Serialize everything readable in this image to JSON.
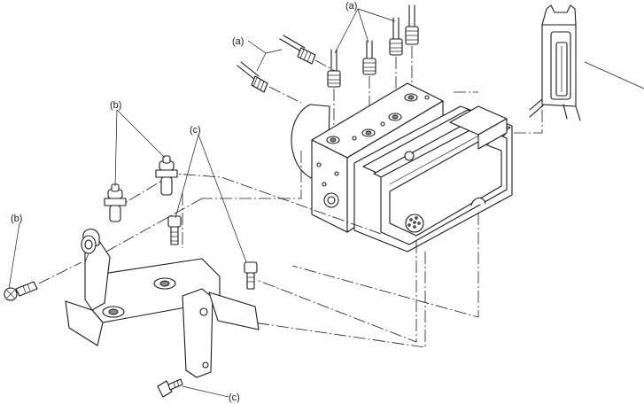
{
  "labels": {
    "a_top": "(a)",
    "a_left": "(a)",
    "b_top": "(b)",
    "c_top": "(c)",
    "b_left": "(b)",
    "c_bottom": "(c)"
  }
}
